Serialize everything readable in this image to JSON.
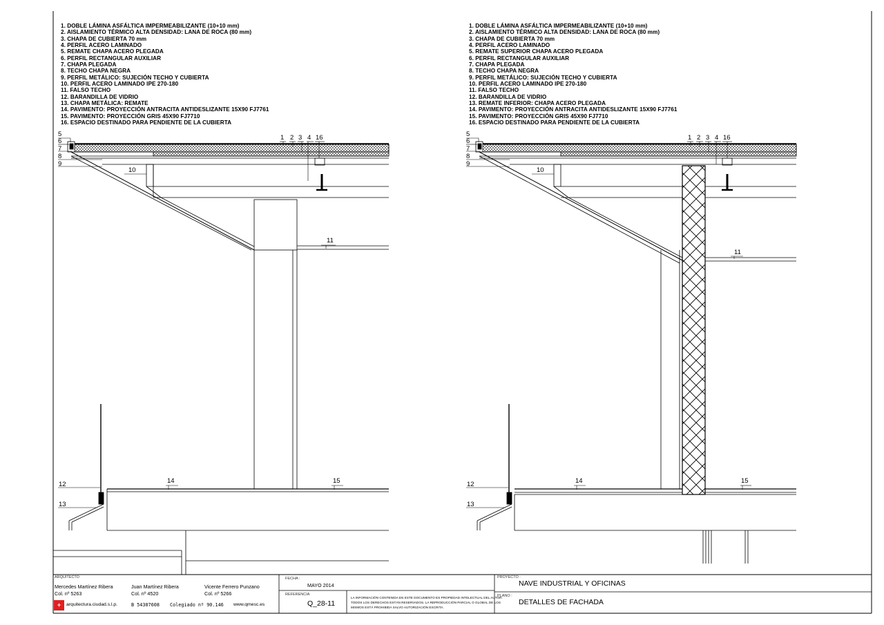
{
  "legend": [
    "1. DOBLE LÁMINA ASFÁLTICA IMPERMEABILIZANTE (10+10 mm)",
    "2. AISLAMIENTO TÉRMICO ALTA DENSIDAD: LANA DE ROCA (80 mm)",
    "3. CHAPA DE CUBIERTA 70 mm",
    "4. PERFIL ACERO LAMINADO",
    "5. REMATE CHAPA ACERO PLEGADA",
    "6. PERFIL RECTANGULAR AUXILIAR",
    "7. CHAPA PLEGADA",
    "8. TECHO CHAPA NEGRA",
    "9. PERFIL METÁLICO: SUJECIÓN TECHO Y CUBIERTA",
    "10. PERFIL ACERO LAMINADO IPE 270-180",
    "11. FALSO TECHO",
    "12. BARANDILLA DE VIDRIO",
    "13. CHAPA METÁLICA: REMATE",
    "14. PAVIMENTO: PROYECCIÓN ANTRACITA ANTIDESLIZANTE 15X90 FJ7761",
    "15. PAVIMENTO: PROYECCIÓN GRIS 45X90 FJ7710",
    "16. ESPACIO DESTINADO PARA PENDIENTE DE LA CUBIERTA"
  ],
  "legend_right": [
    "1. DOBLE LÁMINA ASFÁLTICA IMPERMEABILIZANTE (10+10 mm)",
    "2. AISLAMIENTO TÉRMICO ALTA DENSIDAD: LANA DE ROCA (80 mm)",
    "3. CHAPA DE CUBIERTA 70 mm",
    "4. PERFIL ACERO LAMINADO",
    "5. REMATE SUPERIOR CHAPA ACERO PLEGADA",
    "6. PERFIL RECTANGULAR AUXILIAR",
    "7. CHAPA PLEGADA",
    "8. TECHO CHAPA NEGRA",
    "9. PERFIL METÁLICO: SUJECIÓN TECHO Y CUBIERTA",
    "10. PERFIL ACERO LAMINADO IPE 270-180",
    "11. FALSO TECHO",
    "12. BARANDILLA DE VIDRIO",
    "13. REMATE INFERIOR: CHAPA ACERO PLEGADA",
    "14. PAVIMENTO: PROYECCIÓN ANTRACITA ANTIDESLIZANTE 15X90 FJ7761",
    "15. PAVIMENTO: PROYECCIÓN GRIS 45X90 FJ7710",
    "16. ESPACIO DESTINADO PARA PENDIENTE DE LA CUBIERTA"
  ],
  "callouts": {
    "n1": "1",
    "n2": "2",
    "n3": "3",
    "n4": "4",
    "n5": "5",
    "n6": "6",
    "n7": "7",
    "n8": "8",
    "n9": "9",
    "n10": "10",
    "n11": "11",
    "n12": "12",
    "n13": "13",
    "n14": "14",
    "n15": "15",
    "n16": "16"
  },
  "title_block": {
    "arquitecto_label": "ARQUITECTO",
    "architects": [
      {
        "name": "Mercedes Martínez Ribera",
        "col": "Col. nº 5263"
      },
      {
        "name": "Juan Martínez Ribera",
        "col": "Col. nº 4520"
      },
      {
        "name": "Vicente Ferrero Punzano",
        "col": "Col. nº 5266"
      }
    ],
    "firm": "arquitectura.ciudad.s.l.p.",
    "cif": "B 54307608",
    "colegiado": "Colegiado nº 90.146",
    "web": "www.qmesc.es",
    "fecha_label": "FECHA :",
    "fecha": "MAYO 2014",
    "referencia_label": "REFERENCIA",
    "referencia": "Q_28-11",
    "notice": [
      "LA INFORMACIÓN CONTENIDA EN ESTE DOCUMENTO ES PROPIEDAD INTELECTUAL DEL AUTOR.",
      "TODOS LOS DERECHOS ESTÁN RESERVADOS. LA REPRODUCCIÓN PARCIAL O GLOBAL DE LOS",
      "MISMOS ESTÁ PROHIBIDA SALVO AUTORIZACIÓN ESCRITA."
    ],
    "proyecto_label": "PROYECTO :",
    "proyecto": "NAVE INDUSTRIAL Y OFICINAS",
    "plano_label": "PLANO :",
    "plano": "DETALLES DE FACHADA"
  },
  "colors": {
    "line": "#000000",
    "hatch": "#000000",
    "logo": "#e02020"
  }
}
